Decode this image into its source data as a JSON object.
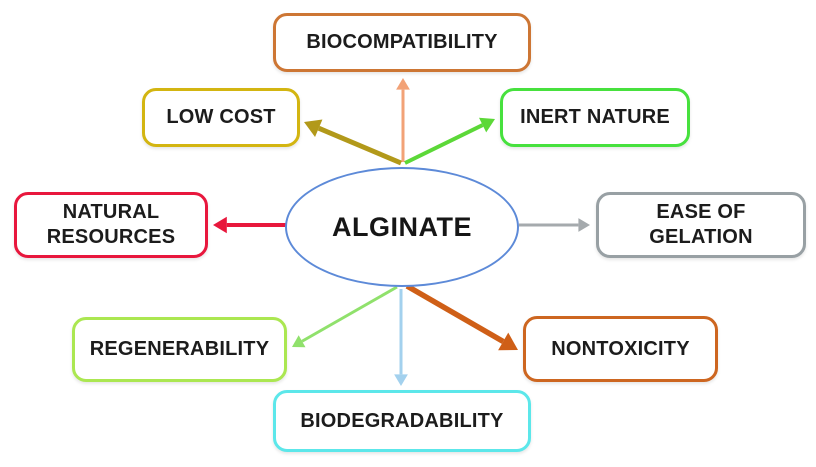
{
  "figure": {
    "background_color": "#ffffff",
    "text_color": "#1c1c1c",
    "center": {
      "id": "alginate",
      "label": "ALGINATE",
      "border_color": "#5d8ad8",
      "fill_color": "#ffffff"
    },
    "nodes": [
      {
        "id": "biocompatibility",
        "label": "BIOCOMPATIBILITY",
        "border_color": "#cd7634",
        "arrow_color": "#f2a277"
      },
      {
        "id": "low-cost",
        "label": "LOW COST",
        "border_color": "#d3b511",
        "arrow_color": "#b2991a"
      },
      {
        "id": "inert-nature",
        "label": "INERT NATURE",
        "border_color": "#47e13e",
        "arrow_color": "#5cd838"
      },
      {
        "id": "natural-resources",
        "label": "NATURAL RESOURCES",
        "border_color": "#e8173d",
        "arrow_color": "#e8173c"
      },
      {
        "id": "ease-of-gelation",
        "label": "EASE OF GELATION",
        "border_color": "#98a0a4",
        "arrow_color": "#a5aaad"
      },
      {
        "id": "regenerability",
        "label": "REGENERABILITY",
        "border_color": "#abe751",
        "arrow_color": "#90e16c"
      },
      {
        "id": "nontoxicity",
        "label": "NONTOXICITY",
        "border_color": "#cd6620",
        "arrow_color": "#cf5f17"
      },
      {
        "id": "biodegradability",
        "label": "BIODEGRADABILITY",
        "border_color": "#5ce7ea",
        "arrow_color": "#a3d1ee"
      }
    ]
  }
}
